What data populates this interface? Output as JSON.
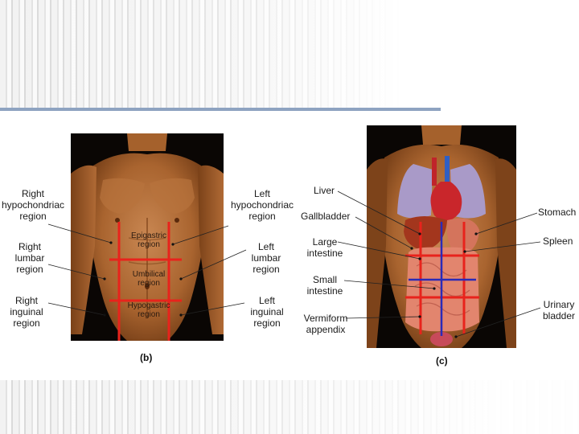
{
  "panel_b": {
    "caption": "(b)",
    "labels": {
      "right_hypochondriac": "Right\nhypochondriac\nregion",
      "left_hypochondriac": "Left\nhypochondriac\nregion",
      "right_lumbar": "Right\nlumbar\nregion",
      "left_lumbar": "Left\nlumbar\nregion",
      "right_inguinal": "Right\ninguinal\nregion",
      "left_inguinal": "Left\ninguinal\nregion",
      "epigastric": "Epigastric\nregion",
      "umbilical": "Umbilical\nregion",
      "hypogastric": "Hypogastric\nregion"
    }
  },
  "panel_c": {
    "caption": "(c)",
    "labels": {
      "liver": "Liver",
      "gallbladder": "Gallbladder",
      "large_intestine": "Large\nintestine",
      "small_intestine": "Small\nintestine",
      "vermiform_appendix": "Vermiform\nappendix",
      "stomach": "Stomach",
      "spleen": "Spleen",
      "urinary_bladder": "Urinary\nbladder"
    }
  },
  "colors": {
    "grid_red": "#e8231c",
    "grid_blue": "#2a2ab8",
    "skin": "#b5703d",
    "rule": "#8ea3c1"
  }
}
